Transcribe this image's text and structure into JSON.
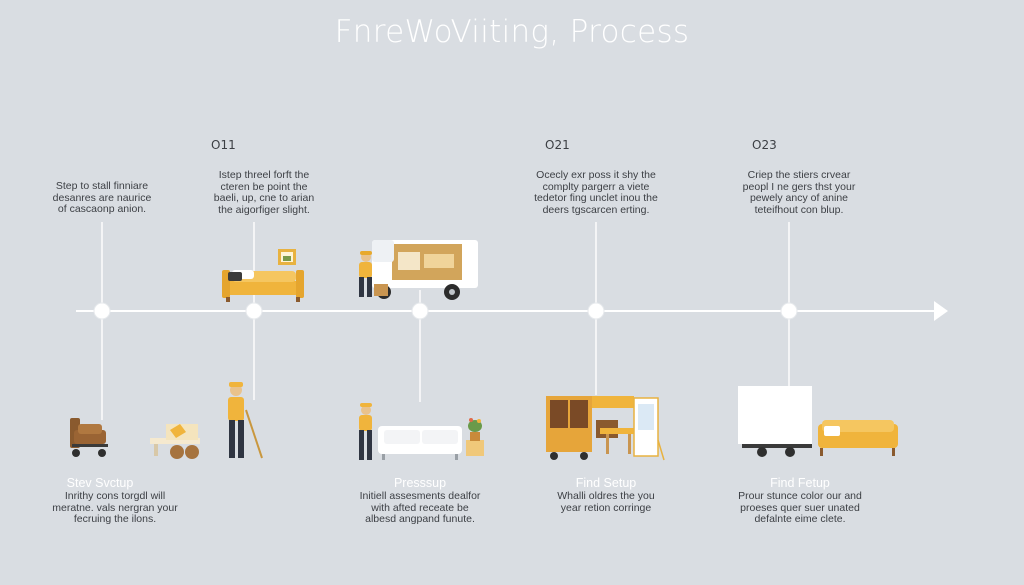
{
  "title": "FnreWoViiting, Process",
  "colors": {
    "background": "#d9dde2",
    "timeline": "#ffffff",
    "accent": "#f0b43c",
    "dark_accent": "#8a5a2e"
  },
  "steps_top": [
    {
      "number": "",
      "text": "Step to stall finniare\ndesanres are naurice\nof cascaonp anion."
    },
    {
      "number": "O11",
      "text": "Istep threel forft the\ncteren be point the\nbaeli, up, cne to arian\nthe aigorfiger slight."
    },
    {
      "number": "O21",
      "text": "Ocecly exr poss it shy the\ncomplty pargerr a viete\ntedetor fing unclet inou the\ndeers tgscarcen erting."
    },
    {
      "number": "O23",
      "text": "Criep the stiers crvear\npeopl I ne gers thst your\npewely ancy of anine\nteteifhout con blup."
    }
  ],
  "steps_bottom": [
    {
      "heading": "Stev Svctup",
      "text": "Inrithy cons torgdl will\nmeratne. vals nergran your\nfecruing the ilons."
    },
    {
      "heading": "Presssup",
      "text": "Initiell assesments dealfor\nwith afted receate be\nalbesd angpand funute."
    },
    {
      "heading": "Find Setup",
      "text": "Whalli oldres the you\nyear retion corringe"
    },
    {
      "heading": "Find Fetup",
      "text": "Prour stunce color our and\nproeses quer suer unated\ndefalnte eime clete."
    }
  ]
}
